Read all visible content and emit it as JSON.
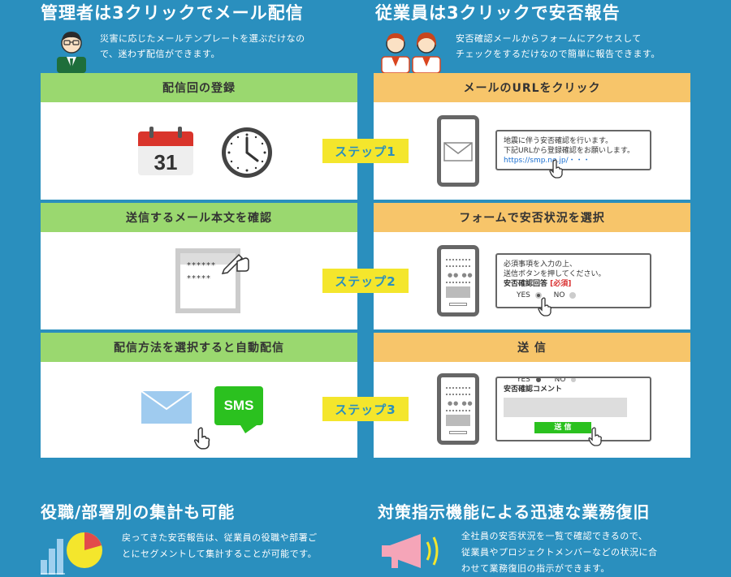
{
  "admin": {
    "title": "管理者は3クリックでメール配信",
    "desc_line1": "災害に応じたメールテンプレートを選ぶだけなの",
    "desc_line2": "で、迷わず配信ができます。"
  },
  "employee": {
    "title": "従業員は3クリックで安否報告",
    "desc_line1": "安否確認メールからフォームにアクセスして",
    "desc_line2": "チェックをするだけなので簡単に報告できます。"
  },
  "steps": [
    {
      "label": "ステップ1",
      "admin_title": "配信回の登録",
      "employee_title": "メールのURLをクリック"
    },
    {
      "label": "ステップ2",
      "admin_title": "送信するメール本文を確認",
      "employee_title": "フォームで安否状況を選択"
    },
    {
      "label": "ステップ3",
      "admin_title": "配信方法を選択すると自動配信",
      "employee_title": "送 信"
    }
  ],
  "calendar": {
    "day": "31"
  },
  "draft": {
    "line1": "******",
    "line2": "*****"
  },
  "sms": {
    "label": "SMS"
  },
  "mail_bubble": {
    "line1": "地震に伴う安否確認を行います。",
    "line2": "下記URLから登録確認をお願いします。",
    "url": "https://smp.ne.jp/・・・"
  },
  "form_bubble": {
    "line1": "必須事項を入力の上、",
    "line2": "送信ボタンを押してください。",
    "question": "安否確認回答",
    "required": "[必須]",
    "yes": "YES",
    "no": "NO"
  },
  "submit_bubble": {
    "yes": "YES",
    "no": "NO",
    "comment": "安否確認コメント",
    "button": "送 信"
  },
  "features": [
    {
      "title": "役職/部署別の集計も可能",
      "line1": "戻ってきた安否報告は、従業員の役職や部署ご",
      "line2": "とにセグメントして集計することが可能です。"
    },
    {
      "title": "対策指示機能による迅速な業務復旧",
      "line1": "全社員の安否状況を一覧で確認できるので、",
      "line2": "従業員やプロジェクトメンバーなどの状況に合",
      "line3": "わせて業務復旧の指示ができます。"
    }
  ],
  "colors": {
    "background": "#2a8fbe",
    "admin_header": "#9ad86f",
    "employee_header": "#f7c56a",
    "step_badge": "#f4e62c",
    "link": "#1a6fd0",
    "required": "#d93030",
    "sms": "#2bc11f"
  }
}
